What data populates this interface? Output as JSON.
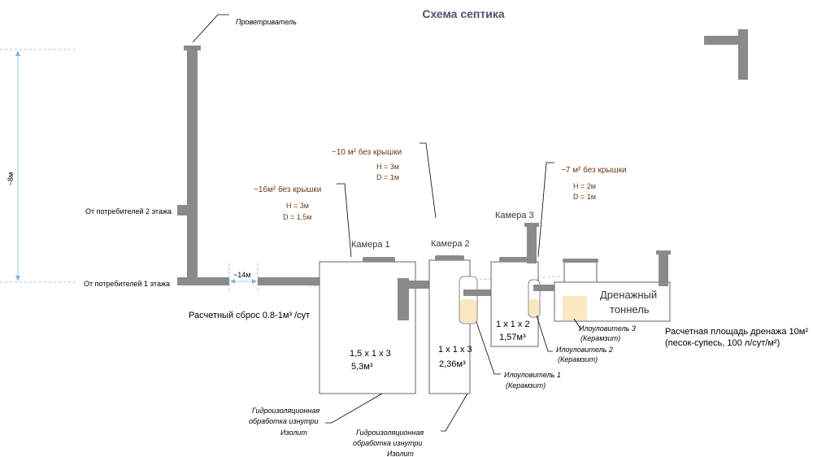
{
  "title": "Схема септика",
  "labels": {
    "vent": "Проветриватель",
    "height": "~8м",
    "floor2": "От потребителей 2 этажа",
    "floor1": "От потребителей 1 этажа",
    "distance": "~14м",
    "discharge": "Расчетный сброс 0.8-1м³ /сут",
    "area1": "~16м² без крышки",
    "h1": "H = 3м",
    "d1": "D = 1.5м",
    "area2": "~10 м² без крышки",
    "h2": "H = 3м",
    "d2": "D = 1м",
    "area3": "~7 м² без крышки",
    "h3": "H = 2м",
    "d3": "D = 1м",
    "chamber1": "Камера 1",
    "chamber2": "Камера 2",
    "chamber3": "Камера 3",
    "c1_dims": "1,5 х 1 х 3",
    "c1_vol": "5,3м³",
    "c2_dims": "1 х 1 х 3",
    "c2_vol": "2,36м³",
    "c3_dims": "1 х 1 х 2",
    "c3_vol": "1,57м³",
    "drain1": "Дренажный",
    "drain2": "тоннель",
    "drain_area1": "Расчетная площадь дренажа 10м²",
    "drain_area2": "(песок-супесь, 100 л/сут/м²)",
    "sludge1a": "Илоуловитель 1",
    "sludge1b": "(Керамзит)",
    "sludge2a": "Илоуловитель 2",
    "sludge2b": "(Керамзит)",
    "sludge3a": "Илоуловитель 3",
    "sludge3b": "(Керамзит)",
    "waterproof1a": "Гидроизоляционная",
    "waterproof1b": "обработка изнутри",
    "waterproof1c": "Изолит",
    "waterproof2a": "Гидроизоляционная",
    "waterproof2b": "обработка изнутри",
    "waterproof2c": "Изолит"
  },
  "colors": {
    "pipe": "#8a8a8a",
    "fill": "#fbe7c2",
    "dash_blue": "#7fb6d8",
    "dash_red": "#e39090",
    "brown": "#6b3a12"
  }
}
